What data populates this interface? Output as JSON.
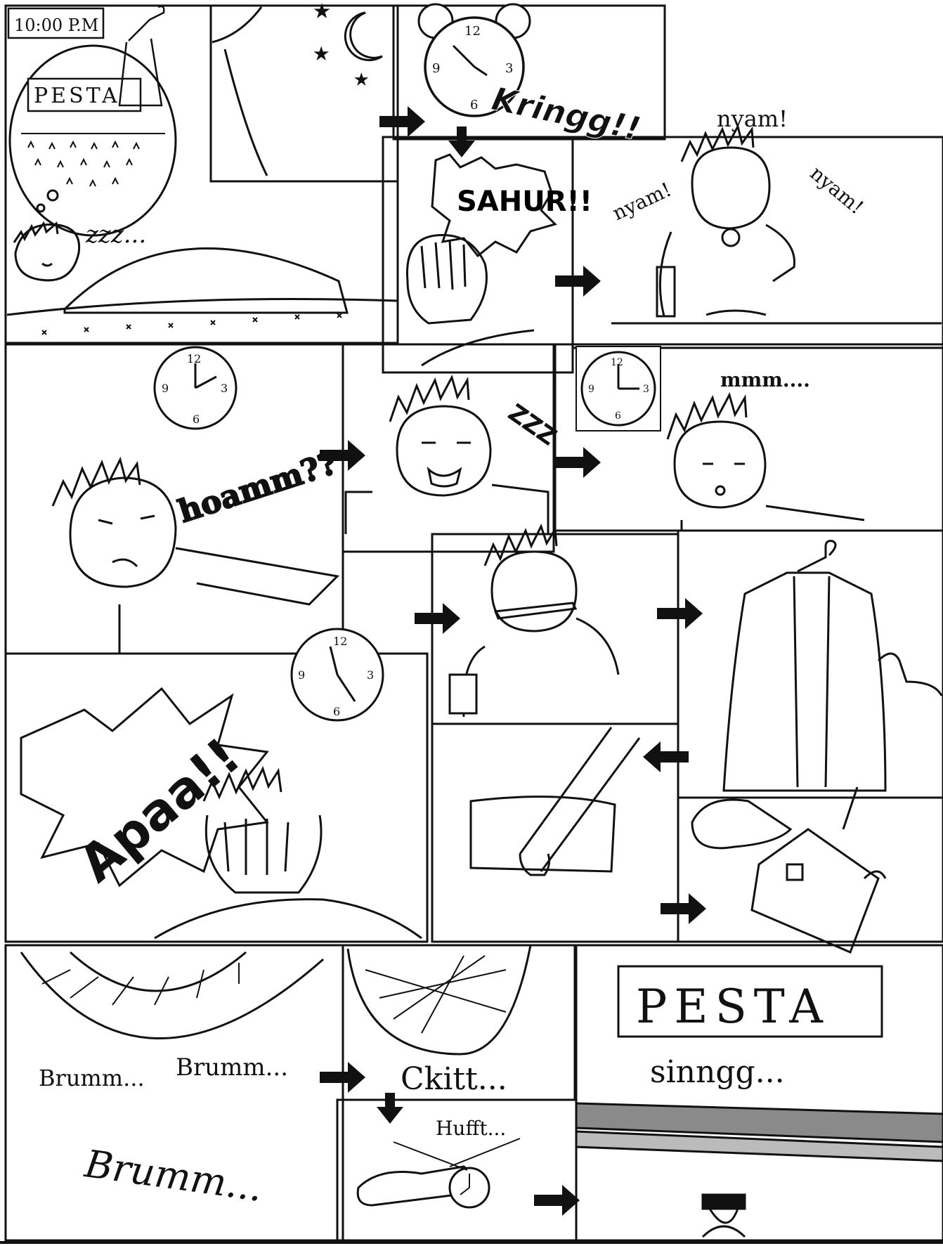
{
  "page": {
    "time_label": "10:00 P.M",
    "dream_sign": "PESTA",
    "sleep_sound": "zzz...",
    "alarm_sound": "Kringg!!",
    "sahur_shout": "SAHUR!!",
    "eat_sounds": [
      "nyam!",
      "nyam!",
      "nyam!"
    ],
    "yawn_sound": "hoamm??",
    "doze_sound": "ZZZ",
    "mumble": "mmm....",
    "shock_shout": "Apaa!!",
    "engine_sounds": [
      "Brumm...",
      "Brumm...",
      "Brumm..."
    ],
    "brake_sound": "Ckitt...",
    "sigh_sound": "Hufft...",
    "venue_sign": "PESTA",
    "quiet_sound": "sinngg...",
    "clock_numbers": [
      "12",
      "3",
      "6",
      "9"
    ],
    "colors": {
      "ink": "#111111",
      "paper": "#ffffff",
      "shade": "#8a8a8a"
    }
  }
}
